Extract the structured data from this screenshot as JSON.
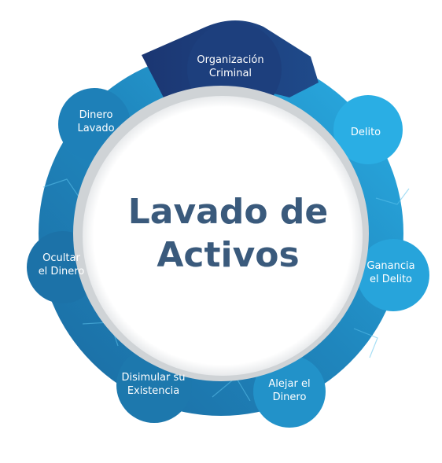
{
  "center": {
    "line1": "Lavado de",
    "line2": "Activos"
  },
  "nodes": [
    {
      "id": "organizacion",
      "lines": [
        "Organización",
        "Criminal"
      ]
    },
    {
      "id": "delito",
      "lines": [
        "Delito"
      ]
    },
    {
      "id": "ganancia",
      "lines": [
        "Ganancia",
        "el Delito"
      ]
    },
    {
      "id": "alejar",
      "lines": [
        "Alejar el",
        "Dinero"
      ]
    },
    {
      "id": "disimular",
      "lines": [
        "Disimular su",
        "Existencia"
      ]
    },
    {
      "id": "ocultar",
      "lines": [
        "Ocultar",
        "el Dinero"
      ]
    },
    {
      "id": "dinero-lavado",
      "lines": [
        "Dinero",
        "Lavado"
      ]
    }
  ],
  "colors": {
    "ring_light": "#29a8e0",
    "ring_mid": "#1f7fb6",
    "ring_dark": "#1c4e86",
    "highlight_node": "#1d3d7a",
    "inner_disc": "#ffffff",
    "inner_rim": "#cfd3d6",
    "center_text": "#3a5a7c"
  }
}
